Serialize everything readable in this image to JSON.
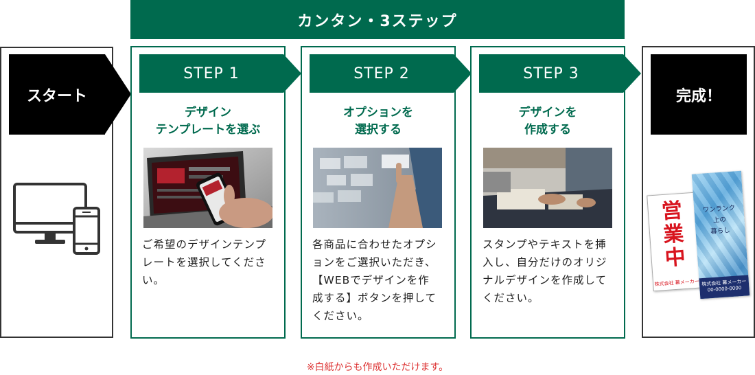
{
  "header": {
    "title": "カンタン・3ステップ"
  },
  "start": {
    "label": "スタート"
  },
  "finish": {
    "label": "完成！"
  },
  "steps": [
    {
      "label": "STEP 1",
      "title": "デザイン\nテンプレートを選ぶ",
      "description": "ご希望のデザインテンプ\nレートを選択してくださ\nい。"
    },
    {
      "label": "STEP 2",
      "title": "オプションを\n選択する",
      "description": "各商品に合わせたオプシ\nョンをご選択いただき、\n【WEBでデザインを作\n成する】ボタンを押して\nください。"
    },
    {
      "label": "STEP 3",
      "title": "デザインを\n作成する",
      "description": "スタンプやテキストを挿\n入し、自分だけのオリジ\nナルデザインを作成して\nください。"
    }
  ],
  "banners": {
    "left": {
      "big_text": "営業中",
      "company": "株式会社 幕メーカー"
    },
    "right": {
      "line1": "ワンランク",
      "line2": "上の",
      "line3": "暮らし",
      "company": "株式会社 幕メーカー",
      "phone": "00-0000-0000"
    }
  },
  "footer": {
    "note": "※白紙からも作成いただけます。"
  },
  "colors": {
    "brand_green": "#006a4e",
    "note_red": "#d33333"
  }
}
